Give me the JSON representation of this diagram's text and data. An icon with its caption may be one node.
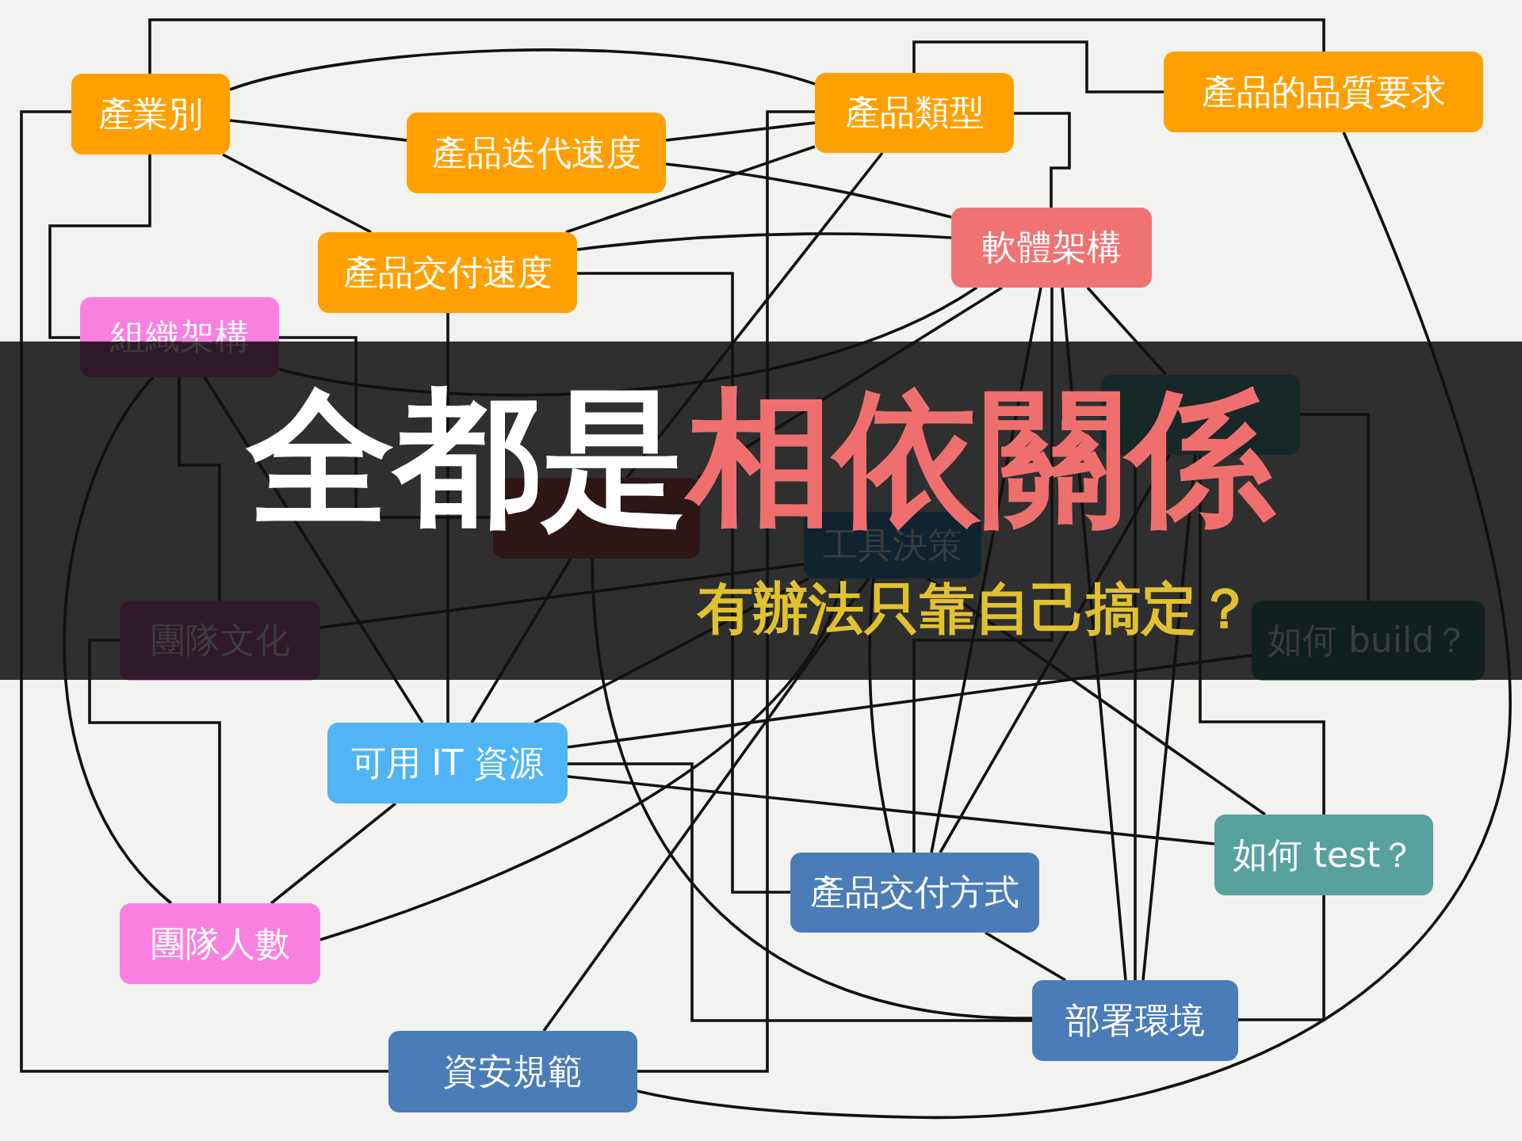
{
  "diagram": {
    "title": "全都是**相依關係**",
    "nodes": [
      {
        "text": [
          "產業別"
        ]
      },
      {
        "text": [
          "產品迭代速度"
        ]
      },
      {
        "text": [
          "產品類型"
        ]
      },
      {
        "text": [
          "產品的品質要求"
        ]
      },
      {
        "text": [
          "產品交付速度"
        ]
      },
      {
        "text": [
          "軟體架構"
        ]
      },
      {
        "text": [
          "組織架構"
        ]
      },
      {
        "text": [],
        "shape": "box"
      },
      {
        "text": [],
        "shape": "box"
      },
      {
        "text": [
          "工具決策"
        ]
      },
      {
        "text": [
          "團隊文化"
        ]
      },
      {
        "text": [
          "如何 build？"
        ]
      },
      {
        "text": [
          "可用 IT 資源"
        ]
      },
      {
        "text": [
          "如何 test？"
        ]
      },
      {
        "text": [
          "產品交付方式"
        ]
      },
      {
        "text": [
          "團隊人數"
        ]
      },
      {
        "text": [
          "部署環境"
        ]
      },
      {
        "text": [
          "資安規範"
        ]
      }
    ],
    "edges": [
      {
        "from": 0,
        "to": 3,
        "arrow": "none"
      },
      {
        "from": 0,
        "to": 2,
        "arrow": "none"
      },
      {
        "from": 0,
        "to": 1,
        "arrow": "none"
      },
      {
        "from": 0,
        "to": 4,
        "arrow": "none"
      },
      {
        "from": 0,
        "to": 6,
        "arrow": "none"
      },
      {
        "from": 0,
        "to": 17,
        "arrow": "none"
      },
      {
        "from": 1,
        "to": 2,
        "arrow": "none"
      },
      {
        "from": 1,
        "to": 5,
        "arrow": "none"
      },
      {
        "from": 4,
        "to": 2,
        "arrow": "none"
      },
      {
        "from": 4,
        "to": 5,
        "arrow": "none"
      },
      {
        "from": 4,
        "to": 14,
        "arrow": "none"
      },
      {
        "from": 4,
        "to": 12,
        "arrow": "none"
      },
      {
        "from": 2,
        "to": 17,
        "arrow": "none"
      },
      {
        "from": 2,
        "to": 8,
        "arrow": "none"
      },
      {
        "from": 2,
        "to": 5,
        "arrow": "none"
      },
      {
        "from": 2,
        "to": 3,
        "arrow": "none"
      },
      {
        "from": 3,
        "to": 17,
        "arrow": "none"
      },
      {
        "from": 5,
        "to": 7,
        "arrow": "none"
      },
      {
        "from": 6,
        "to": 5,
        "arrow": "none"
      },
      {
        "from": 6,
        "to": 8,
        "arrow": "none"
      },
      {
        "from": 6,
        "to": 12,
        "arrow": "none"
      },
      {
        "from": 6,
        "to": 15,
        "arrow": "none"
      },
      {
        "from": 6,
        "to": 10,
        "arrow": "none"
      },
      {
        "from": 10,
        "to": 15,
        "arrow": "none"
      },
      {
        "from": 10,
        "to": 9,
        "arrow": "none"
      },
      {
        "from": 8,
        "to": 12,
        "arrow": "none"
      },
      {
        "from": 8,
        "to": 16,
        "arrow": "none"
      },
      {
        "from": 12,
        "to": 9,
        "arrow": "none"
      },
      {
        "from": 12,
        "to": 11,
        "arrow": "none"
      },
      {
        "from": 12,
        "to": 16,
        "arrow": "none"
      },
      {
        "from": 12,
        "to": 13,
        "arrow": "none"
      },
      {
        "from": 12,
        "to": 15,
        "arrow": "none"
      },
      {
        "from": 15,
        "to": 9,
        "arrow": "none"
      },
      {
        "from": 5,
        "to": 8,
        "arrow": "none"
      },
      {
        "from": 17,
        "to": 9,
        "arrow": "none"
      },
      {
        "from": 7,
        "to": 13,
        "arrow": "none"
      },
      {
        "from": 13,
        "to": 16,
        "arrow": "none"
      },
      {
        "from": 7,
        "to": 11,
        "arrow": "none"
      },
      {
        "from": 7,
        "to": 16,
        "arrow": "none"
      },
      {
        "from": 5,
        "to": 16,
        "arrow": "none"
      },
      {
        "from": 5,
        "to": 14,
        "arrow": "none"
      },
      {
        "from": 5,
        "to": 14,
        "arrow": "none"
      },
      {
        "from": 9,
        "to": 14,
        "arrow": "none"
      },
      {
        "from": 7,
        "to": 14,
        "arrow": "none"
      },
      {
        "from": 9,
        "to": 13,
        "arrow": "none"
      },
      {
        "from": 14,
        "to": 16,
        "arrow": "none"
      },
      {
        "from": 7,
        "to": 16,
        "arrow": "none"
      }
    ],
    "labels": [
      "有辦法只靠自己搞定？"
    ]
  }
}
